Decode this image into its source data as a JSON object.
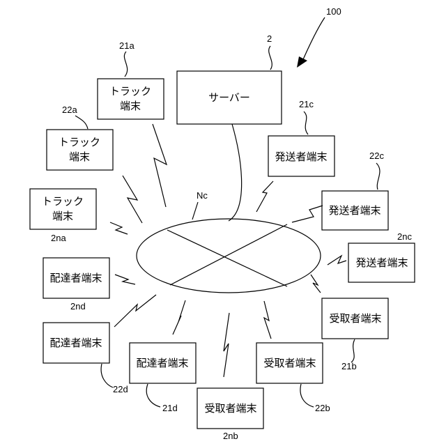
{
  "figure_ref": "100",
  "server": {
    "label": "サーバー",
    "ref": "2"
  },
  "network": {
    "ref": "Nc"
  },
  "trucks": [
    {
      "line1": "トラック",
      "line2": "端末",
      "ref": "21a"
    },
    {
      "line1": "トラック",
      "line2": "端末",
      "ref": "22a"
    },
    {
      "line1": "トラック",
      "line2": "端末",
      "ref": "2na"
    }
  ],
  "senders": [
    {
      "label": "発送者端末",
      "ref": "21c"
    },
    {
      "label": "発送者端末",
      "ref": "22c"
    },
    {
      "label": "発送者端末",
      "ref": "2nc"
    }
  ],
  "deliverers": [
    {
      "label": "配達者端末",
      "ref": "2nd"
    },
    {
      "label": "配達者端末",
      "ref": "22d"
    },
    {
      "label": "配達者端末",
      "ref": "21d"
    }
  ],
  "receivers": [
    {
      "label": "受取者端末",
      "ref": "21b"
    },
    {
      "label": "受取者端末",
      "ref": "22b"
    },
    {
      "label": "受取者端末",
      "ref": "2nb"
    }
  ]
}
